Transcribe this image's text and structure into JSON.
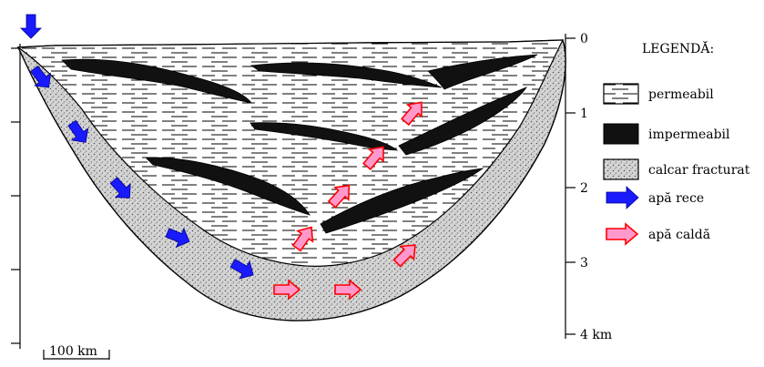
{
  "legend": {
    "title": "LEGENDĂ:",
    "items": [
      {
        "key": "permeable",
        "label": "permeabil"
      },
      {
        "key": "impermeable",
        "label": "impermeabil"
      },
      {
        "key": "limestone",
        "label": "calcar fracturat"
      },
      {
        "key": "cold",
        "label": "apă rece"
      },
      {
        "key": "warm",
        "label": "apă caldă"
      }
    ]
  },
  "depth_axis": {
    "ticks": [
      "0",
      "1",
      "2",
      "3",
      "4 km"
    ]
  },
  "scale_bar": {
    "label": "100 km"
  },
  "colors": {
    "cold_water": "#1a1aff",
    "warm_water_fill": "#ff99cc",
    "warm_water_stroke": "#ff0000",
    "impermeable": "#111111",
    "limestone": "#cfcfcf"
  }
}
